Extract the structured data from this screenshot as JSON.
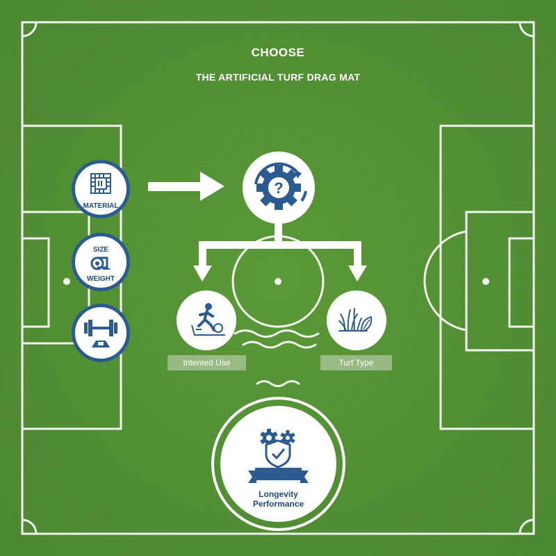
{
  "header": {
    "title": "CHOOSE",
    "subtitle": "THE ARTIFICIAL TURF DRAG MAT"
  },
  "factors": [
    {
      "icon": "pattern-icon",
      "labels": [
        "MATERIAL"
      ]
    },
    {
      "icon": "tape-measure-icon",
      "labels": [
        "SIZE",
        "WEIGHT"
      ]
    },
    {
      "icon": "dumbbell-mat-icon",
      "labels": []
    }
  ],
  "decision": {
    "icon": "gear-question-icon"
  },
  "branches": [
    {
      "icon": "player-kicking-ball-icon",
      "label": "Intented Use"
    },
    {
      "icon": "grass-blades-icon",
      "label": "Turf Type"
    }
  ],
  "outcome": {
    "icon": "gears-shield-check-icon",
    "line1": "Longevity",
    "line2": "Performance"
  },
  "colors": {
    "turf": "#4a8a2c",
    "field_lines": "#f2f6ee",
    "icon_blue": "#2b5b8f",
    "text_blue": "#1f4a7a"
  }
}
